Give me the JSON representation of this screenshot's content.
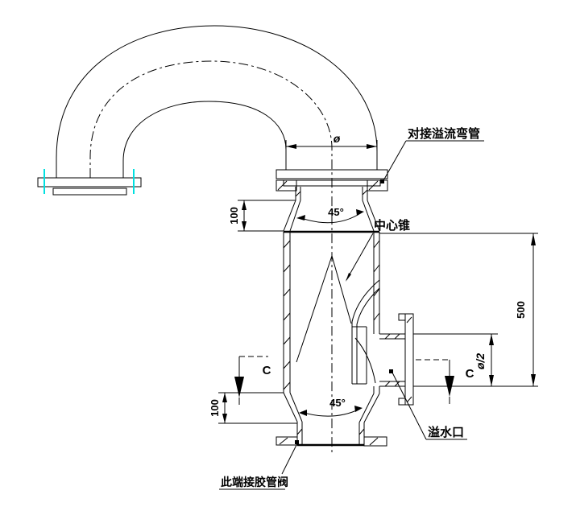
{
  "drawing_title": "overflow elbow pipe assembly section drawing",
  "callouts": {
    "elbow_pipe": "对接溢流弯管",
    "center_cone": "中心锥",
    "overflow_outlet": "溢水口",
    "hose_end": "此端接胶管阀"
  },
  "dimensions": {
    "pipe_diameter": "ø",
    "upper_taper_angle": "45°",
    "upper_taper_height": "100",
    "body_height": "500",
    "branch_diameter": "ø/2",
    "lower_taper_angle": "45°",
    "lower_taper_height": "100"
  },
  "section_markers": {
    "left": "C",
    "right": "C"
  },
  "colors": {
    "line": "#000000",
    "flange_highlight": "#00e0e0",
    "background": "#ffffff"
  }
}
